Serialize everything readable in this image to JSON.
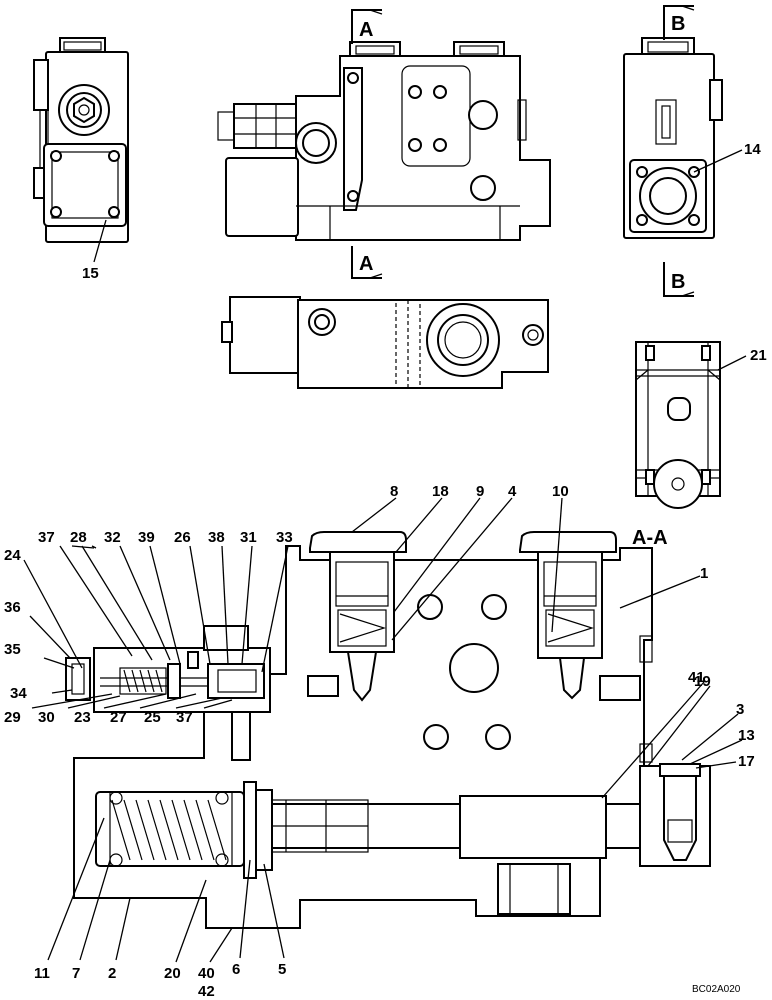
{
  "section_labels": {
    "a_top": "A",
    "a_bottom": "A",
    "b_top": "B",
    "b_bottom": "B",
    "section_view": "A-A"
  },
  "drawing_code": "BC02A020",
  "callouts": {
    "c15": "15",
    "c14": "14",
    "c21": "21",
    "c8": "8",
    "c18": "18",
    "c9": "9",
    "c4": "4",
    "c10": "10",
    "c1": "1",
    "c37a": "37",
    "c28": "28",
    "c32": "32",
    "c39": "39",
    "c26": "26",
    "c38": "38",
    "c31": "31",
    "c33": "33",
    "c24": "24",
    "c36": "36",
    "c35": "35",
    "c34": "34",
    "c29": "29",
    "c30": "30",
    "c23": "23",
    "c27": "27",
    "c25": "25",
    "c37b": "37",
    "c41": "41",
    "c19": "19",
    "c3": "3",
    "c13": "13",
    "c17": "17",
    "c11": "11",
    "c7": "7",
    "c2": "2",
    "c20": "20",
    "c40": "40",
    "c42": "42",
    "c6": "6",
    "c5": "5"
  }
}
